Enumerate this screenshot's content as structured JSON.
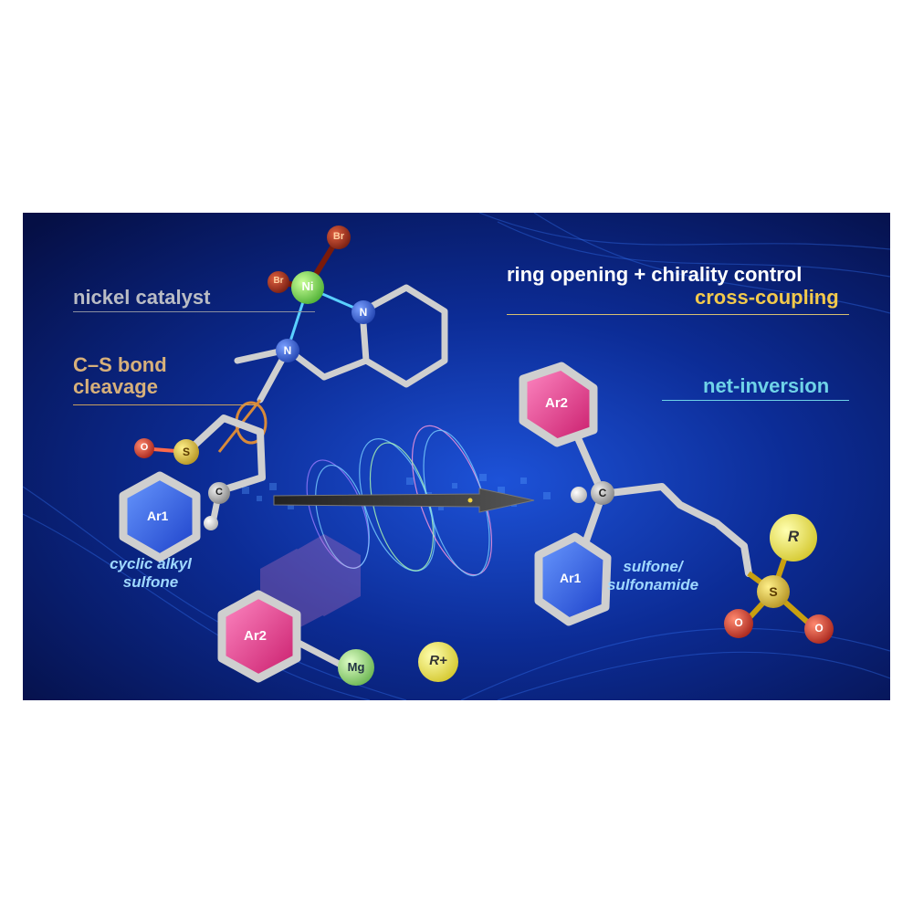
{
  "labels": {
    "nickel_catalyst": "nickel catalyst",
    "cs_bond_line1": "C–S bond",
    "cs_bond_line2": "cleavage",
    "ring_opening": "ring opening + chirality control",
    "cross_coupling": "cross-coupling",
    "net_inversion": "net-inversion",
    "cyclic_line1": "cyclic alkyl",
    "cyclic_line2": "sulfone",
    "sulfone_line1": "sulfone/",
    "sulfone_line2": "sulfonamide"
  },
  "atoms": {
    "ni": "Ni",
    "br1": "Br",
    "br2": "Br",
    "n1": "N",
    "n2": "N",
    "s_left": "S",
    "o_left": "O",
    "c_left": "C",
    "c_right": "C",
    "s_right": "S",
    "o_right1": "O",
    "o_right2": "O",
    "r_group": "R",
    "r_plus": "R+",
    "mg": "Mg",
    "ar1_left": "Ar1",
    "ar1_right": "Ar1",
    "ar2_top": "Ar2",
    "ar2_bottom": "Ar2"
  },
  "colors": {
    "background": "#0a1f6b",
    "ni": "#4fdc3a",
    "br": "#a3200f",
    "n": "#1f4fd8",
    "s": "#e3c21a",
    "o": "#e02010",
    "r": "#f4ea3a",
    "mg": "#8fe06a",
    "ar_blue": "#3a6cf0",
    "ar_pink": "#f05aa0",
    "bond": "#c8c8c8"
  }
}
